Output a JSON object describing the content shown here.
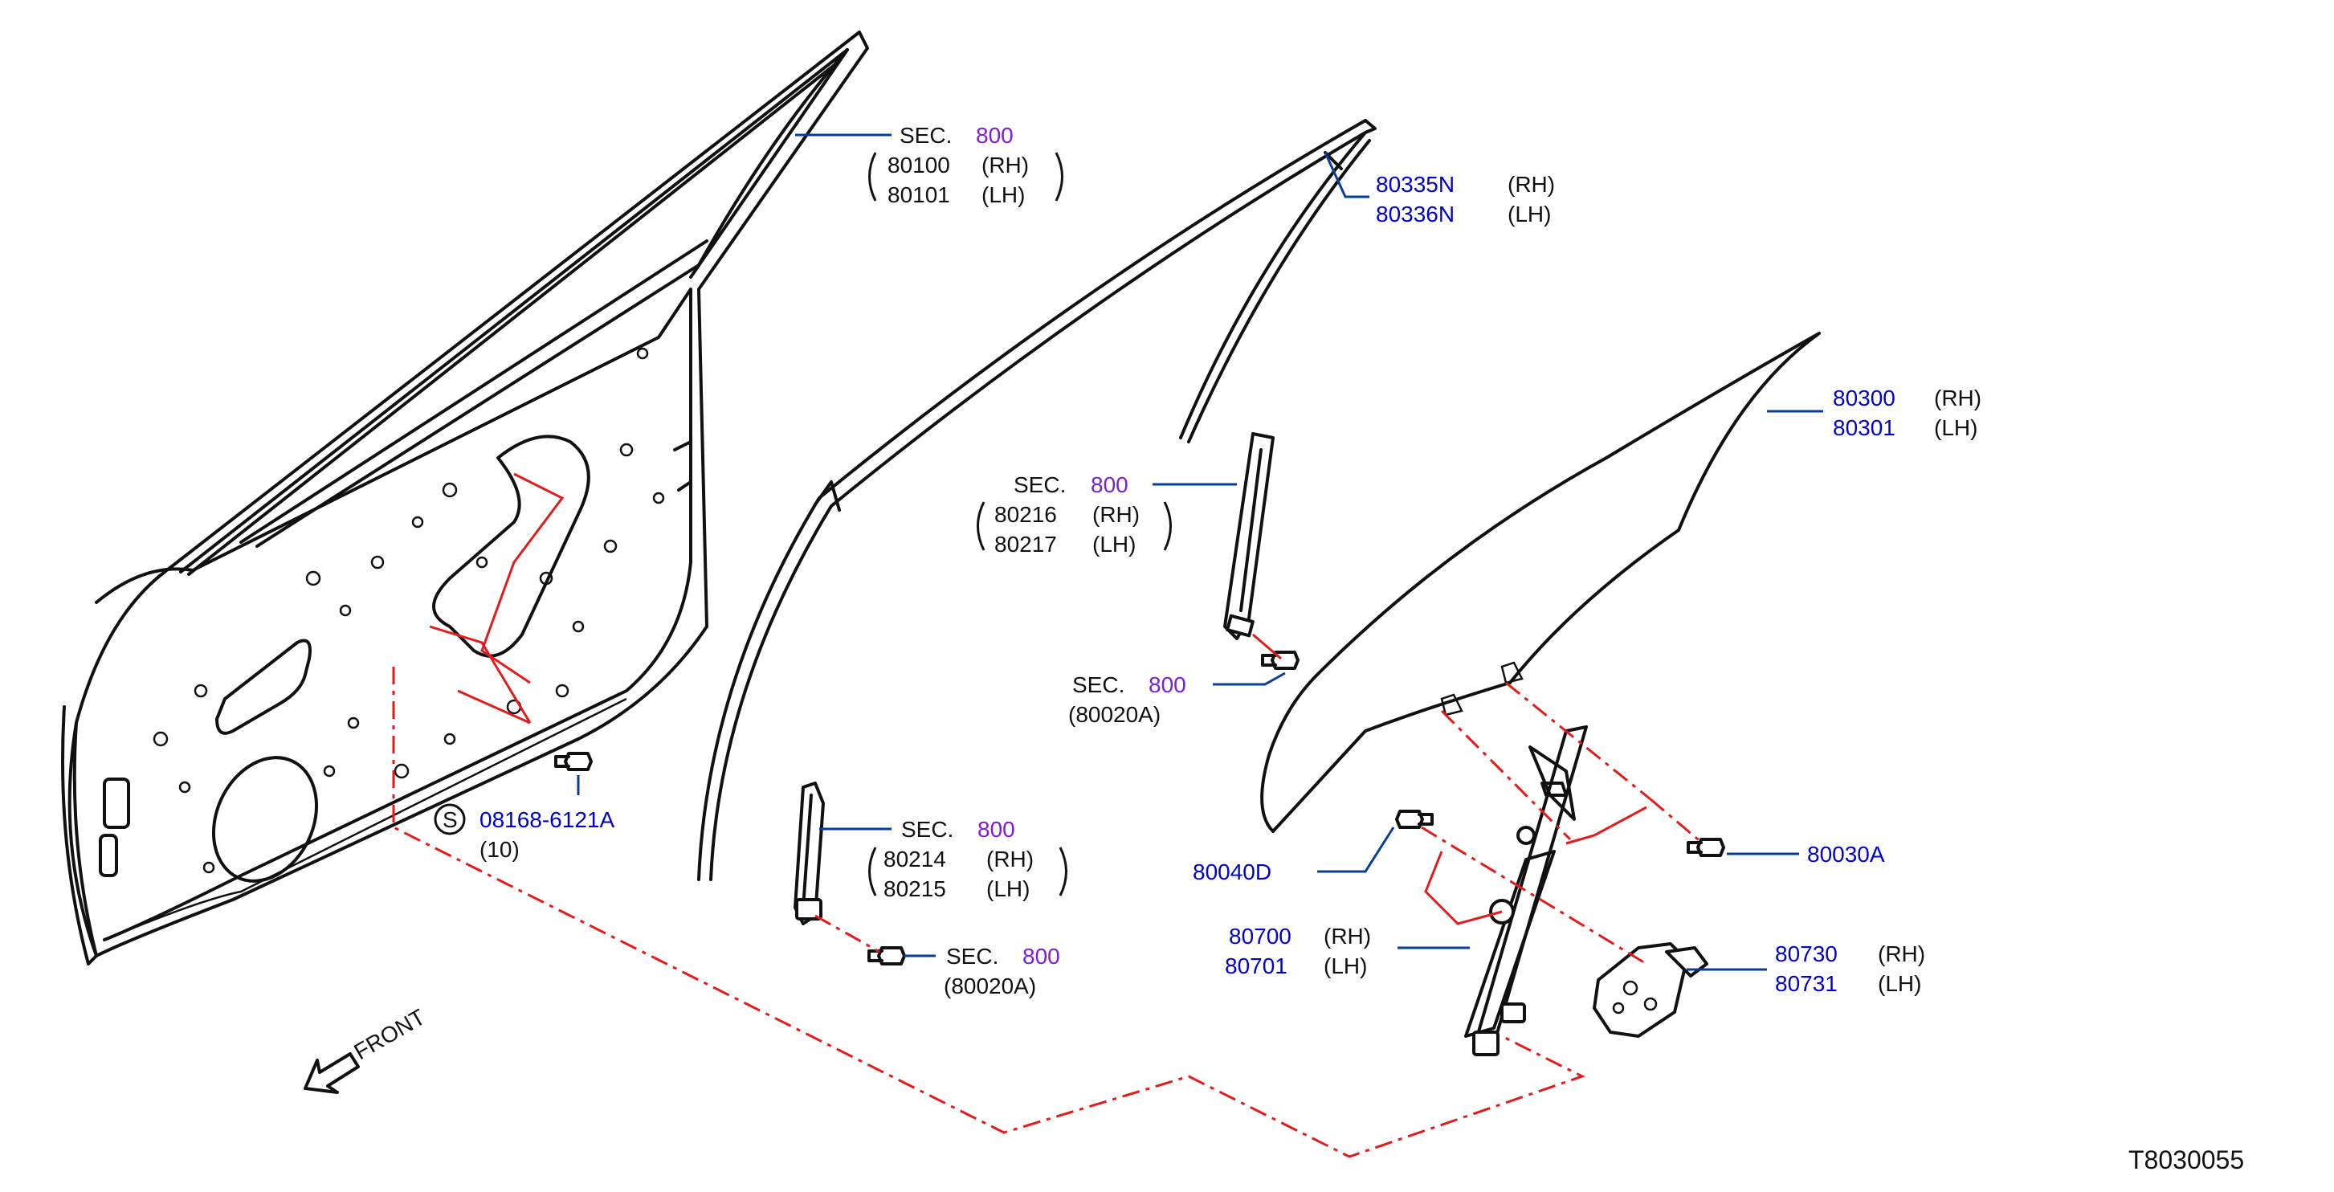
{
  "drawing_id": "T8030055",
  "front_label": "FRONT",
  "colors": {
    "part_number": "#0000cc",
    "section_ref": "#7a1fd6",
    "leader": "#0a3d99",
    "connector": "#e31b1b",
    "outline": "#111111"
  },
  "callouts": {
    "door_sash": {
      "sec": "SEC.",
      "sec_no": "800",
      "row1_num": "80100",
      "row1_side": "(RH)",
      "row2_num": "80101",
      "row2_side": "(LH)"
    },
    "rear_sash_seal": {
      "row1_num": "80335N",
      "row1_side": "(RH)",
      "row2_num": "80336N",
      "row2_side": "(LH)"
    },
    "door_glass": {
      "row1_num": "80300",
      "row1_side": "(RH)",
      "row2_num": "80301",
      "row2_side": "(LH)"
    },
    "rear_channel": {
      "sec": "SEC.",
      "sec_no": "800",
      "row1_num": "80216",
      "row1_side": "(RH)",
      "row2_num": "80217",
      "row2_side": "(LH)"
    },
    "rear_channel_bolt": {
      "sec": "SEC.",
      "sec_no": "800",
      "part": "(80020A)"
    },
    "front_channel": {
      "sec": "SEC.",
      "sec_no": "800",
      "row1_num": "80214",
      "row1_side": "(RH)",
      "row2_num": "80215",
      "row2_side": "(LH)"
    },
    "front_channel_bolt": {
      "sec": "SEC.",
      "sec_no": "800",
      "part": "(80020A)"
    },
    "door_bolt": {
      "symbol": "S",
      "part": "08168-6121A",
      "qty": "(10)"
    },
    "glass_bolt": {
      "part": "80030A"
    },
    "regulator_bolt": {
      "part": "80040D"
    },
    "regulator": {
      "row1_num": "80700",
      "row1_side": "(RH)",
      "row2_num": "80701",
      "row2_side": "(LH)"
    },
    "motor": {
      "row1_num": "80730",
      "row1_side": "(RH)",
      "row2_num": "80731",
      "row2_side": "(LH)"
    }
  }
}
